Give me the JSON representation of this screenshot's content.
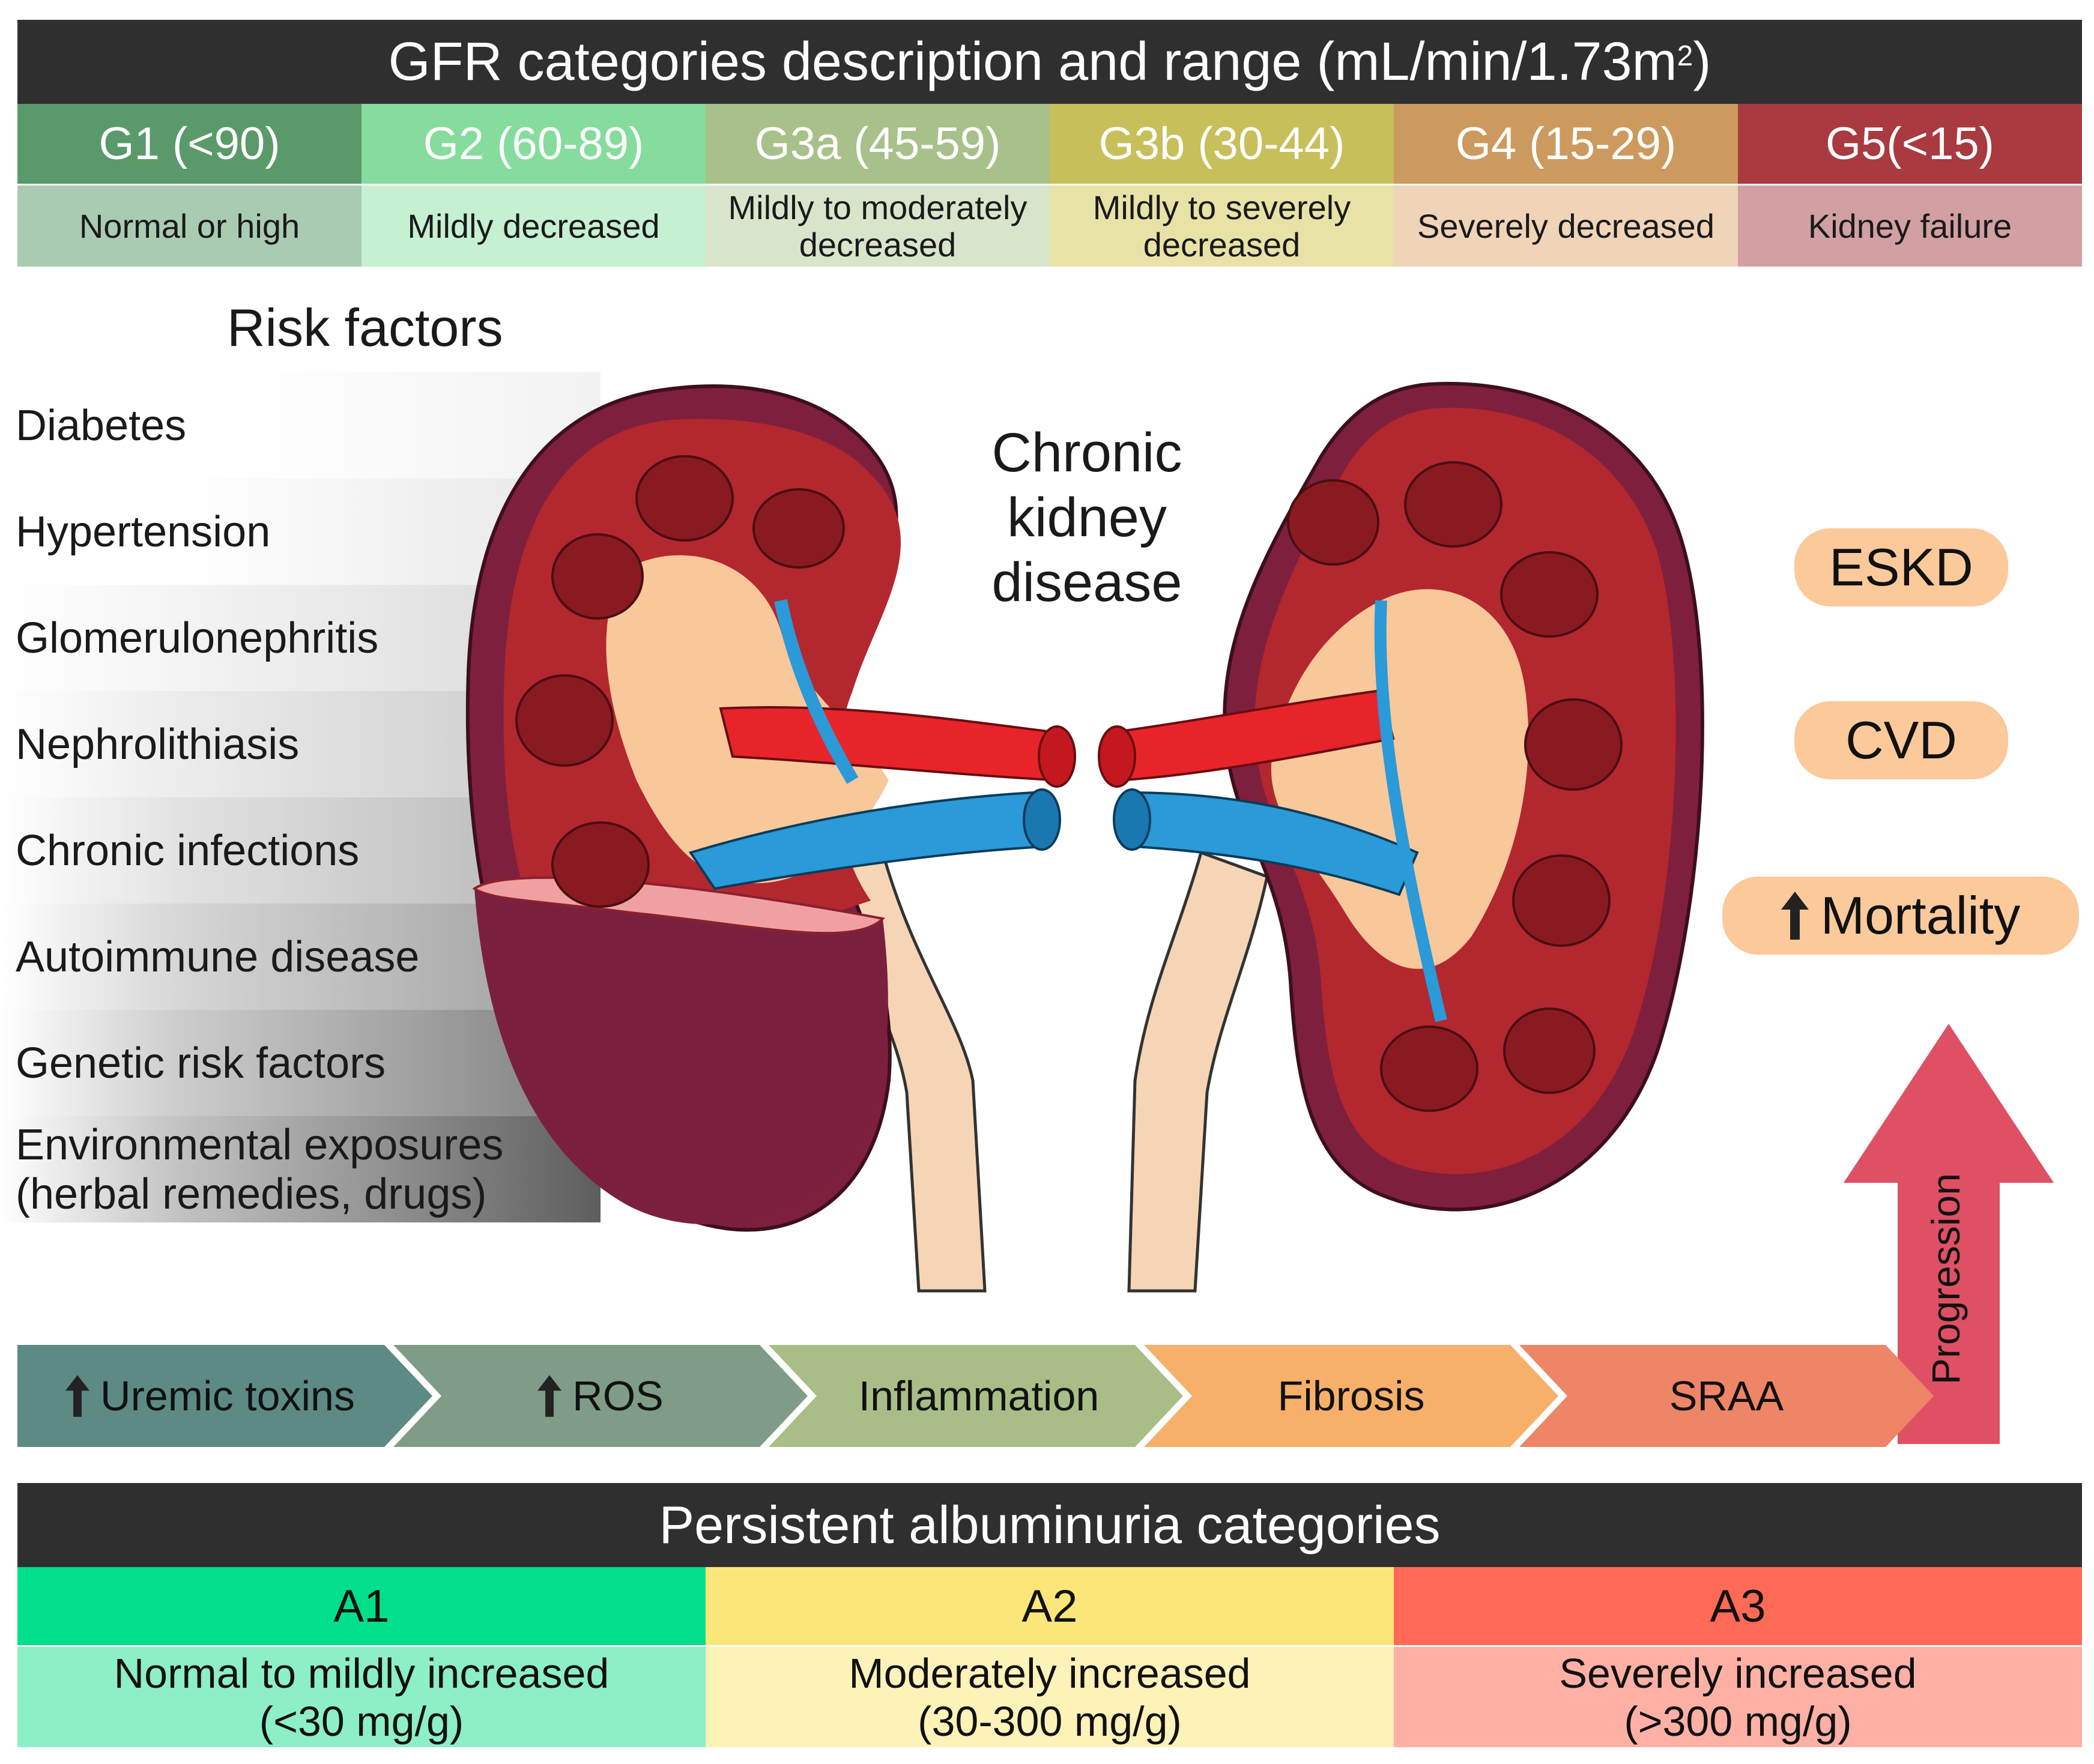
{
  "gfr": {
    "title": "GFR categories description and range (mL/min/1.73m",
    "title_sup": "2",
    "title_end": ")",
    "categories": [
      {
        "label": "G1 (<90)",
        "description": "Normal or high",
        "head_color": "#5a9a6a",
        "desc_color": "#a9cbb2"
      },
      {
        "label": "G2 (60-89)",
        "description": "Mildly decreased",
        "head_color": "#86dc9c",
        "desc_color": "#c5f0d2"
      },
      {
        "label": "G3a (45-59)",
        "description": "Mildly to moderately decreased",
        "head_color": "#a8c08a",
        "desc_color": "#d9e5cb"
      },
      {
        "label": "G3b (30-44)",
        "description": "Mildly to severely decreased",
        "head_color": "#c7bf5a",
        "desc_color": "#e8e2a7"
      },
      {
        "label": "G4 (15-29)",
        "description": "Severely decreased",
        "head_color": "#cc9a5e",
        "desc_color": "#f0d4b8"
      },
      {
        "label": "G5(<15)",
        "description": "Kidney failure",
        "head_color": "#a83a40",
        "desc_color": "#d2a0a2"
      }
    ]
  },
  "risk": {
    "title": "Risk factors",
    "items": [
      "Diabetes",
      "Hypertension",
      "Glomerulonephritis",
      "Nephrolithiasis",
      "Chronic infections",
      "Autoimmune disease",
      "Genetic risk factors"
    ],
    "env_line1": "Environmental exposures",
    "env_line2": "(herbal remedies, drugs)"
  },
  "center": {
    "line1": "Chronic",
    "line2": "kidney",
    "line3": "disease"
  },
  "outcomes": {
    "eskd": "ESKD",
    "cvd": "CVD",
    "mortality": "Mortality",
    "progression": "Progression"
  },
  "mechanisms": [
    {
      "label": "Uremic toxins",
      "arrow": true,
      "color": "#5d8a84"
    },
    {
      "label": "ROS",
      "arrow": true,
      "color": "#7f9c86"
    },
    {
      "label": "Inflammation",
      "arrow": false,
      "color": "#a9bd86"
    },
    {
      "label": "Fibrosis",
      "arrow": false,
      "color": "#f7b06a"
    },
    {
      "label": "SRAA",
      "arrow": false,
      "color": "#ee8566"
    }
  ],
  "albuminuria": {
    "title": "Persistent albuminuria categories",
    "categories": [
      {
        "label": "A1",
        "line1": "Normal to mildly increased",
        "line2": "(<30 mg/g)",
        "head_color": "#00e08a",
        "desc_color": "#8cefc5"
      },
      {
        "label": "A2",
        "line1": "Moderately increased",
        "line2": "(30-300 mg/g)",
        "head_color": "#fbe67a",
        "desc_color": "#fdf2b8"
      },
      {
        "label": "A3",
        "line1": "Severely increased",
        "line2": "(>300 mg/g)",
        "head_color": "#fe6a55",
        "desc_color": "#feb0a5"
      }
    ]
  }
}
